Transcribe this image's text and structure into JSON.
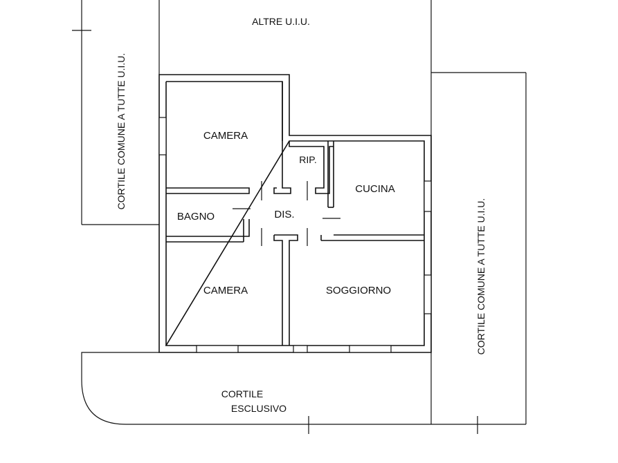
{
  "labels": {
    "altre_uiu": "ALTRE U.I.U.",
    "cortile_comune_left": "CORTILE COMUNE A TUTTE U.I.U.",
    "cortile_comune_right": "CORTILE COMUNE A TUTTE U.I.U.",
    "camera_top": "CAMERA",
    "rip": "RIP.",
    "cucina": "CUCINA",
    "bagno": "BAGNO",
    "dis": "DIS.",
    "camera_bottom": "CAMERA",
    "soggiorno": "SOGGIORNO",
    "cortile_esclusivo_line1": "CORTILE",
    "cortile_esclusivo_line2": "ESCLUSIVO"
  }
}
